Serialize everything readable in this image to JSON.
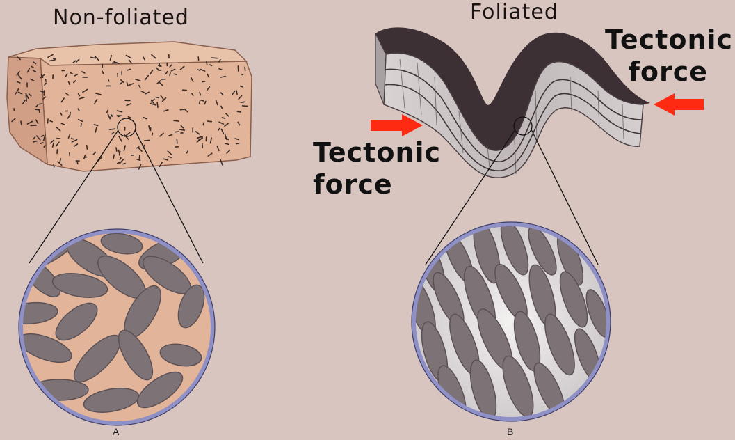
{
  "panel_a": {
    "title": "Non-foliated",
    "letter": "A"
  },
  "panel_b": {
    "title": "Foliated",
    "letter": "B",
    "force_left_line1": "Tectonic",
    "force_left_line2": "force",
    "force_right_line1": "Tectonic",
    "force_right_line2": "force"
  },
  "colors": {
    "background": "#d8c5c0",
    "rock_fill": "#e2b79d",
    "crystal": "#7a6f73",
    "circle_border": "#8f90c6",
    "arrow": "#ff2a12"
  },
  "icons": {
    "arrow_left_panel": "right-arrow-icon",
    "arrow_right_panel": "left-arrow-icon"
  }
}
